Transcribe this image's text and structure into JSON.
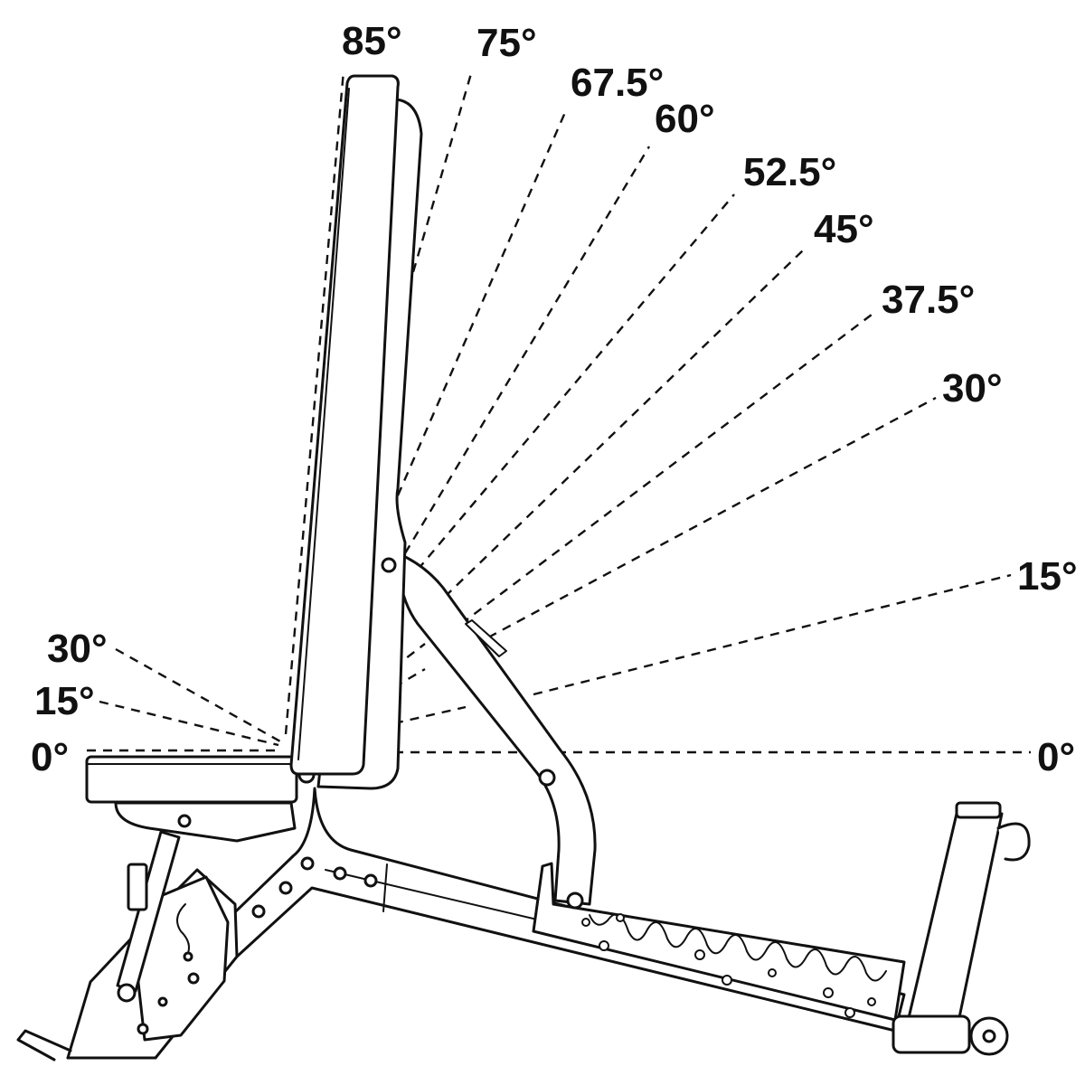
{
  "back_angles": [
    {
      "label": "85°",
      "angle": 85
    },
    {
      "label": "75°",
      "angle": 75
    },
    {
      "label": "67.5°",
      "angle": 67.5
    },
    {
      "label": "60°",
      "angle": 60
    },
    {
      "label": "52.5°",
      "angle": 52.5
    },
    {
      "label": "45°",
      "angle": 45
    },
    {
      "label": "37.5°",
      "angle": 37.5
    },
    {
      "label": "30°",
      "angle": 30
    },
    {
      "label": "15°",
      "angle": 15
    },
    {
      "label": "0°",
      "angle": 0
    }
  ],
  "seat_angles": [
    {
      "label": "30°",
      "angle": 30
    },
    {
      "label": "15°",
      "angle": 15
    },
    {
      "label": "0°",
      "angle": 0
    }
  ],
  "colors": {
    "line": "#111111",
    "background": "#ffffff"
  }
}
